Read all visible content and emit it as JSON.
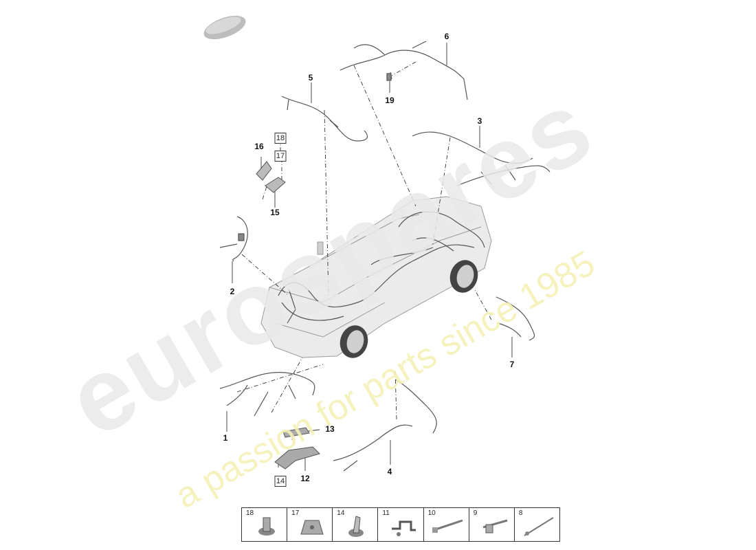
{
  "watermark": {
    "brand": "eurospares",
    "tagline": "a passion for parts since 1985"
  },
  "callouts": {
    "c1": "1",
    "c2": "2",
    "c3": "3",
    "c4": "4",
    "c5": "5",
    "c6": "6",
    "c7": "7",
    "c12": "12",
    "c13": "13",
    "c15": "15",
    "c16": "16",
    "c19": "19"
  },
  "boxed_callouts": {
    "b14": "14",
    "b17": "17",
    "b18": "18"
  },
  "legend": [
    {
      "number": "18",
      "icon": "push-rivet-icon"
    },
    {
      "number": "17",
      "icon": "spring-nut-clip-icon"
    },
    {
      "number": "14",
      "icon": "expanding-rivet-icon"
    },
    {
      "number": "11",
      "icon": "bracket-clip-icon"
    },
    {
      "number": "10",
      "icon": "cable-tie-icon"
    },
    {
      "number": "9",
      "icon": "cable-tie-holder-icon"
    },
    {
      "number": "8",
      "icon": "cable-tie-strap-icon"
    }
  ],
  "colors": {
    "line": "#333333",
    "harness": "#555555",
    "car_body": "#d9d9d9",
    "watermark_yellow": "#f4f1b8"
  }
}
